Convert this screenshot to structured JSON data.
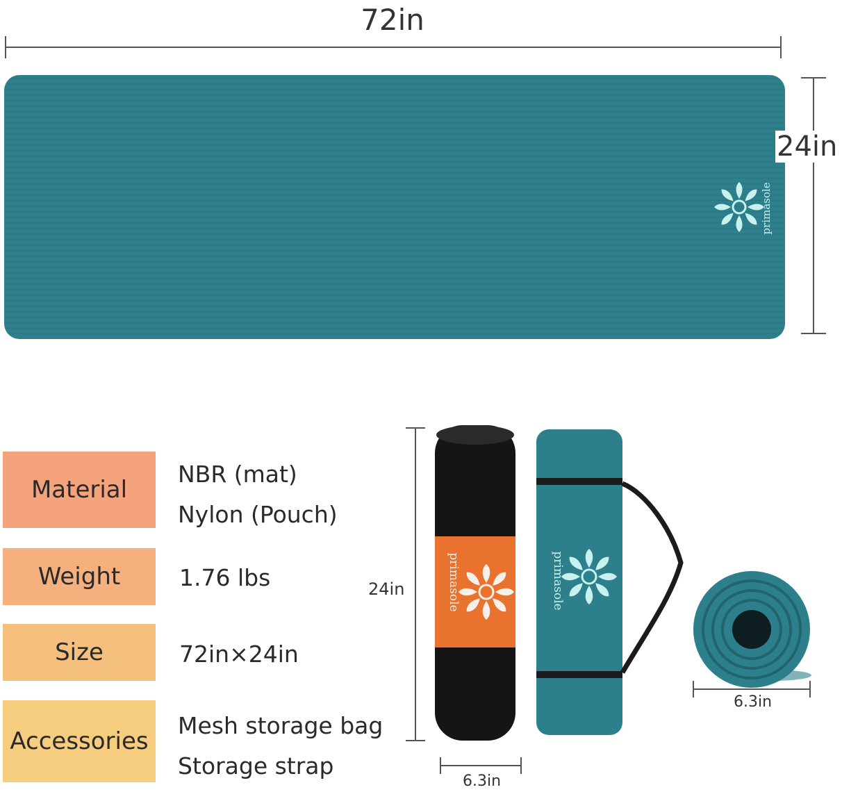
{
  "dimensions": {
    "length_label": "72in",
    "width_label": "24in",
    "rolled_height_label": "24in",
    "pouch_width_label": "6.3in",
    "roll_diameter_label": "6.3in"
  },
  "brand": {
    "name": "primasole"
  },
  "specs": [
    {
      "label": "Material",
      "values": [
        "NBR (mat)",
        "Nylon (Pouch)"
      ],
      "color": "#f4a37c"
    },
    {
      "label": "Weight",
      "values": [
        "1.76 lbs"
      ],
      "color": "#f5b07e"
    },
    {
      "label": "Size",
      "values": [
        "72in×24in"
      ],
      "color": "#f5bf7e"
    },
    {
      "label": "Accessories",
      "values": [
        "Mesh storage bag",
        "Storage strap"
      ],
      "color": "#f6cc7e"
    }
  ],
  "colors": {
    "mat": "#2e7f8c",
    "mat_dark": "#21646e",
    "pouch": "#151515",
    "pouch_band": "#e9722f",
    "logo": "#c7f2ef"
  }
}
